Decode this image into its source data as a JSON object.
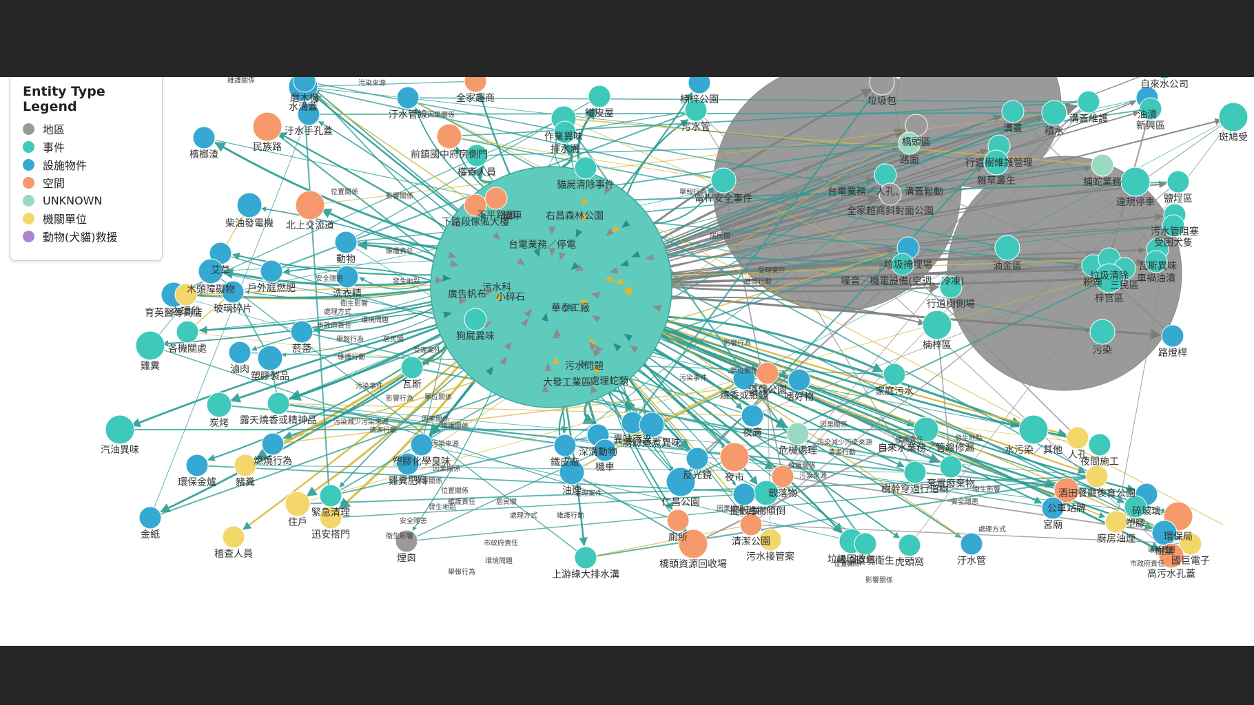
{
  "legend": {
    "title": "Entity Type Legend",
    "items": [
      {
        "label": "地區",
        "color": "#9a9a9a"
      },
      {
        "label": "事件",
        "color": "#3ec9bb"
      },
      {
        "label": "設施物件",
        "color": "#36a9d3"
      },
      {
        "label": "空間",
        "color": "#f69a6c"
      },
      {
        "label": "UNKNOWN",
        "color": "#9ad9c2"
      },
      {
        "label": "機關單位",
        "color": "#f4d76b"
      },
      {
        "label": "動物(犬貓)救援",
        "color": "#b083cf"
      }
    ]
  },
  "graph": {
    "hub": {
      "labels": [
        "機車",
        "右昌森林公園",
        "台電業務／停電",
        "污水科",
        "廣告帆布",
        "小碎石",
        "華泰工廠",
        "污水問題",
        "大發工業區",
        "處理蛇類"
      ]
    },
    "nodes": [
      {
        "label": "水溝蓋",
        "type": "設施物件"
      },
      {
        "label": "汙水管線",
        "type": "設施物件"
      },
      {
        "label": "全家超商",
        "type": "空間"
      },
      {
        "label": "鐵皮屋",
        "type": "事件"
      },
      {
        "label": "楠梓公園",
        "type": "設施物件"
      },
      {
        "label": "垃圾包",
        "type": "地區"
      },
      {
        "label": "自來水公司",
        "type": "設施物件"
      },
      {
        "label": "磨木機",
        "type": "設施物件"
      },
      {
        "label": "汙水手孔蓋",
        "type": "設施物件"
      },
      {
        "label": "民族路",
        "type": "空間"
      },
      {
        "label": "作業異味",
        "type": "事件"
      },
      {
        "label": "排水溝",
        "type": "事件"
      },
      {
        "label": "污水管",
        "type": "事件"
      },
      {
        "label": "油漬",
        "type": "設施物件"
      },
      {
        "label": "溝蓋",
        "type": "事件"
      },
      {
        "label": "積水",
        "type": "事件"
      },
      {
        "label": "溝蓋維護",
        "type": "事件"
      },
      {
        "label": "新興區",
        "type": "事件"
      },
      {
        "label": "斑鳩受",
        "type": "事件"
      },
      {
        "label": "檳榔渣",
        "type": "設施物件"
      },
      {
        "label": "前鎮國中府房側門",
        "type": "空間"
      },
      {
        "label": "權責人員",
        "type": "事件"
      },
      {
        "label": "橋頭區",
        "type": "地區"
      },
      {
        "label": "路面",
        "type": "UNKNOWN"
      },
      {
        "label": "行道樹維護管理",
        "type": "事件"
      },
      {
        "label": "雜草叢生",
        "type": "事件"
      },
      {
        "label": "捕蛇業務",
        "type": "UNKNOWN"
      },
      {
        "label": "違規停車",
        "type": "事件"
      },
      {
        "label": "鹽埕區",
        "type": "事件"
      },
      {
        "label": "貓屍清除事件",
        "type": "事件"
      },
      {
        "label": "電桿安全事件",
        "type": "事件"
      },
      {
        "label": "台電業務／人孔、溝蓋鬆動",
        "type": "事件"
      },
      {
        "label": "全家超商斜對面公園",
        "type": "地區"
      },
      {
        "label": "污水管阻塞",
        "type": "事件"
      },
      {
        "label": "受困犬隻",
        "type": "事件"
      },
      {
        "label": "柴油發電機",
        "type": "設施物件"
      },
      {
        "label": "北上交流道",
        "type": "空間"
      },
      {
        "label": "下路段傢俬大樓",
        "type": "空間"
      },
      {
        "label": "不平路面",
        "type": "空間"
      },
      {
        "label": "垃圾掩埋場",
        "type": "設施物件"
      },
      {
        "label": "油金區",
        "type": "事件"
      },
      {
        "label": "瓦斯異味",
        "type": "事件"
      },
      {
        "label": "艾草",
        "type": "設施物件"
      },
      {
        "label": "動物",
        "type": "設施物件"
      },
      {
        "label": "噪音／機電設備(空調、冷凍)",
        "type": "事件"
      },
      {
        "label": "楠梓區",
        "type": "事件"
      },
      {
        "label": "粉塵",
        "type": "事件"
      },
      {
        "label": "垃圾清除",
        "type": "事件"
      },
      {
        "label": "三民區",
        "type": "事件"
      },
      {
        "label": "車禍油漬",
        "type": "事件"
      },
      {
        "label": "木頭障礙物",
        "type": "設施物件"
      },
      {
        "label": "戶外庭燃肥",
        "type": "設施物件"
      },
      {
        "label": "洗衣精",
        "type": "設施物件"
      },
      {
        "label": "行道樹側場",
        "type": "事件"
      },
      {
        "label": "梓官區",
        "type": "事件"
      },
      {
        "label": "育英醫專商店",
        "type": "設施物件"
      },
      {
        "label": "內環段",
        "type": "機關單位"
      },
      {
        "label": "玻璃碎片",
        "type": "設施物件"
      },
      {
        "label": "路燈桿",
        "type": "設施物件"
      },
      {
        "label": "狗屍異味",
        "type": "事件"
      },
      {
        "label": "污染",
        "type": "事件"
      },
      {
        "label": "各機關處",
        "type": "事件"
      },
      {
        "label": "菸蒂",
        "type": "設施物件"
      },
      {
        "label": "雞糞",
        "type": "事件"
      },
      {
        "label": "滷肉",
        "type": "設施物件"
      },
      {
        "label": "塑膠製品",
        "type": "設施物件"
      },
      {
        "label": "環保公園",
        "type": "空間"
      },
      {
        "label": "燒香或紙錢",
        "type": "設施物件"
      },
      {
        "label": "嗜好物",
        "type": "設施物件"
      },
      {
        "label": "家庭污水",
        "type": "事件"
      },
      {
        "label": "炭烤",
        "type": "事件"
      },
      {
        "label": "露天燒香或精神品",
        "type": "事件"
      },
      {
        "label": "汽油異味",
        "type": "事件"
      },
      {
        "label": "瓦斯",
        "type": "事件"
      },
      {
        "label": "異味污染",
        "type": "設施物件"
      },
      {
        "label": "廚餘蒸煮異味",
        "type": "設施物件"
      },
      {
        "label": "夜廣",
        "type": "設施物件"
      },
      {
        "label": "燃燒行為",
        "type": "設施物件"
      },
      {
        "label": "鐵皮廠",
        "type": "設施物件"
      },
      {
        "label": "危機處理",
        "type": "UNKNOWN"
      },
      {
        "label": "自來水業務／管線修漏",
        "type": "事件"
      },
      {
        "label": "水污染／其他",
        "type": "事件"
      },
      {
        "label": "人孔",
        "type": "機關單位"
      },
      {
        "label": "夜間施工",
        "type": "事件"
      },
      {
        "label": "塑膠化學臭味",
        "type": "設施物件"
      },
      {
        "label": "油煙",
        "type": "設施物件"
      },
      {
        "label": "雞糞肥料",
        "type": "設施物件"
      },
      {
        "label": "深溝動物",
        "type": "設施物件"
      },
      {
        "label": "機車",
        "type": "設施物件"
      },
      {
        "label": "反光鏡",
        "type": "設施物件"
      },
      {
        "label": "夜市",
        "type": "空間"
      },
      {
        "label": "散落物",
        "type": "空間"
      },
      {
        "label": "樹幹穿過行道樹",
        "type": "事件"
      },
      {
        "label": "棄置廢棄物",
        "type": "事件"
      },
      {
        "label": "酒田餐廳後育公園",
        "type": "機關單位"
      },
      {
        "label": "公車站牌",
        "type": "空間"
      },
      {
        "label": "環保金爐",
        "type": "設施物件"
      },
      {
        "label": "豬糞",
        "type": "機關單位"
      },
      {
        "label": "緊急清理",
        "type": "事件"
      },
      {
        "label": "仁昌公園",
        "type": "設施物件"
      },
      {
        "label": "路樹傾倒",
        "type": "事件"
      },
      {
        "label": "擺販車",
        "type": "設施物件"
      },
      {
        "label": "碎玻璃",
        "type": "設施物件"
      },
      {
        "label": "塑膠",
        "type": "事件"
      },
      {
        "label": "金紙",
        "type": "設施物件"
      },
      {
        "label": "住戶",
        "type": "機關單位"
      },
      {
        "label": "迅安搭門",
        "type": "機關單位"
      },
      {
        "label": "廁所",
        "type": "空間"
      },
      {
        "label": "環保局",
        "type": "空間"
      },
      {
        "label": "宮廟",
        "type": "設施物件"
      },
      {
        "label": "樹葉",
        "type": "設施物件"
      },
      {
        "label": "國巨電子",
        "type": "機關單位"
      },
      {
        "label": "廚房油煙",
        "type": "機關單位"
      },
      {
        "label": "稽查人員",
        "type": "機關單位"
      },
      {
        "label": "煙囪",
        "type": "地區"
      },
      {
        "label": "高污水孔蓋",
        "type": "空間"
      },
      {
        "label": "上游綠大排水溝",
        "type": "事件"
      },
      {
        "label": "橋頭資源回收場",
        "type": "空間"
      },
      {
        "label": "污水接管案",
        "type": "機關單位"
      },
      {
        "label": "清潔公園",
        "type": "空間"
      },
      {
        "label": "垃圾回收包",
        "type": "事件"
      },
      {
        "label": "轉換環境衛生",
        "type": "事件"
      },
      {
        "label": "虎頭窩",
        "type": "事件"
      },
      {
        "label": "汙水管",
        "type": "設施物件"
      }
    ],
    "relations": [
      "維護關係",
      "污染來源",
      "因果關係",
      "影響關係",
      "位置關係",
      "維護責任",
      "發生地點",
      "安全隱患",
      "衛生影響",
      "處理方式",
      "市政府責任",
      "環境問題",
      "舉報行為",
      "居民關",
      "受理案件",
      "維護行動",
      "污染事件",
      "影響行為",
      "單位關係",
      "因果關係",
      "污染減少污染來源",
      "清潔行動"
    ]
  }
}
